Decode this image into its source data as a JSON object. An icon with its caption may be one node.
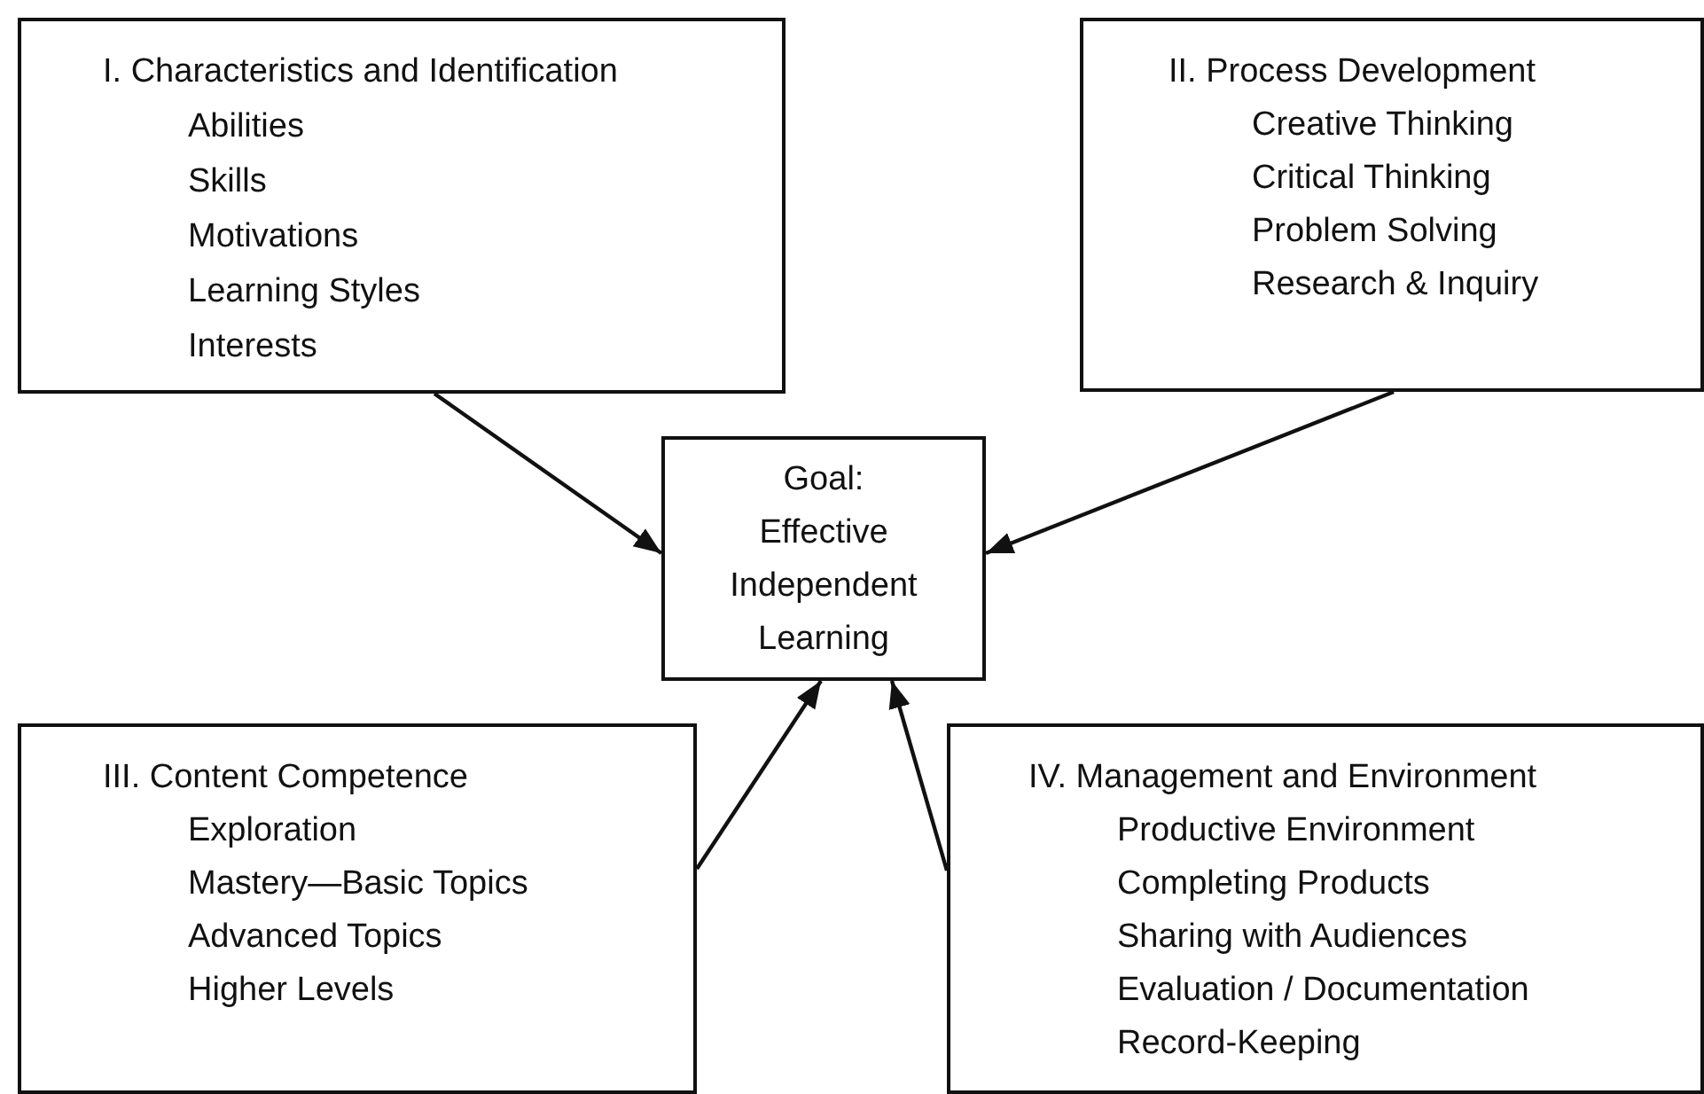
{
  "diagram": {
    "nodes": [
      {
        "text": [
          "I.  Characteristics and Identification",
          "Abilities",
          "Skills",
          "Motivations",
          "Learning Styles",
          "Interests"
        ]
      },
      {
        "text": [
          "II.  Process Development",
          "Creative Thinking",
          "Critical Thinking",
          "Problem Solving",
          "Research & Inquiry"
        ]
      },
      {
        "text": [
          "Goal:",
          "Effective Independent Learning"
        ]
      },
      {
        "text": [
          "III.  Content Competence",
          "Exploration",
          "Mastery—Basic Topics",
          "Advanced Topics",
          "Higher Levels"
        ]
      },
      {
        "text": [
          "IV.  Management and Environment",
          "Productive Environment",
          "Completing Products",
          "Sharing with Audiences",
          "Evaluation / Documentation",
          "Record-Keeping"
        ]
      }
    ],
    "edges": [
      {
        "from": 0,
        "to": 2,
        "arrow": "to"
      },
      {
        "from": 1,
        "to": 2,
        "arrow": "to"
      },
      {
        "from": 3,
        "to": 2,
        "arrow": "to"
      },
      {
        "from": 4,
        "to": 2,
        "arrow": "to"
      }
    ]
  }
}
